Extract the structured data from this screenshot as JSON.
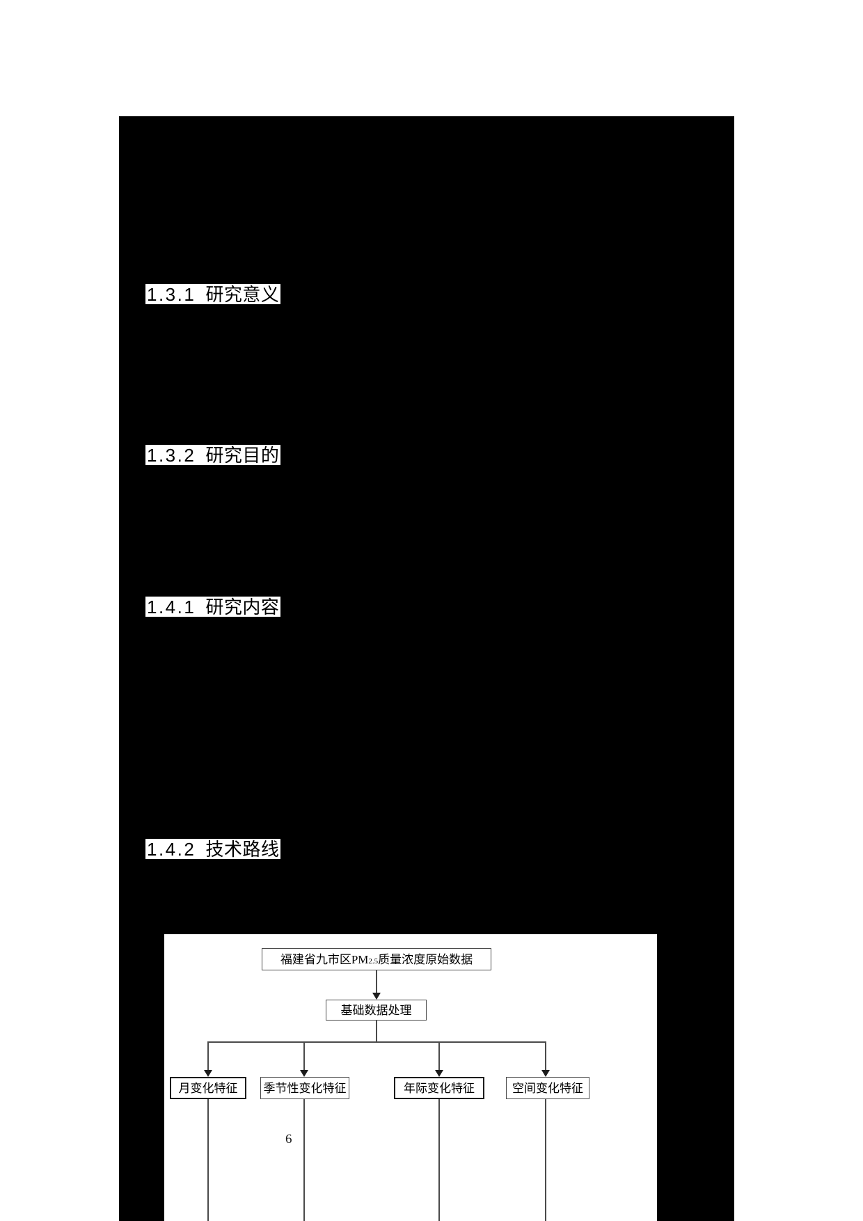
{
  "document": {
    "page_number": "6",
    "language": "zh-CN"
  },
  "headings": [
    {
      "number": "1.3.1",
      "title": "研究意义"
    },
    {
      "number": "1.3.2",
      "title": "研究目的"
    },
    {
      "number": "1.4.1",
      "title": "研究内容"
    },
    {
      "number": "1.4.2",
      "title": "技术路线"
    }
  ],
  "flowchart": {
    "source_box": {
      "prefix": "福建省九市区 ",
      "pm_label": "PM",
      "pm_subscript": "2.5",
      "suffix": " 质量浓度原始数据"
    },
    "process_box": "基础数据处理",
    "feature_boxes": [
      "月变化特征",
      "季节性变化特征",
      "年际变化特征",
      "空间变化特征"
    ]
  },
  "colors": {
    "redaction": "#000000",
    "page_background": "#ffffff",
    "box_border": "#4a4a4a",
    "box_border_strong": "#1c1c1c",
    "text": "#000000"
  }
}
